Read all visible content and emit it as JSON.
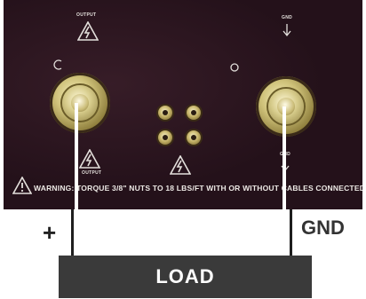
{
  "panel": {
    "output_top_label": "OUTPUT",
    "output_bottom_label": "OUTPUT",
    "gnd_top_label": "GND",
    "gnd_bottom_label": "GND",
    "warning_text": "WARNING: TORQUE 3/8\" NUTS TO 18 LBS/FT WITH OR WITHOUT CABLES CONNECTED"
  },
  "diagram": {
    "plus_label": "+",
    "gnd_label": "GND",
    "load_label": "LOAD"
  },
  "colors": {
    "panel": "#24111a",
    "terminal_gold": "#cfc27a",
    "wire": "#ffffff",
    "load_box": "#3a3a3a"
  }
}
